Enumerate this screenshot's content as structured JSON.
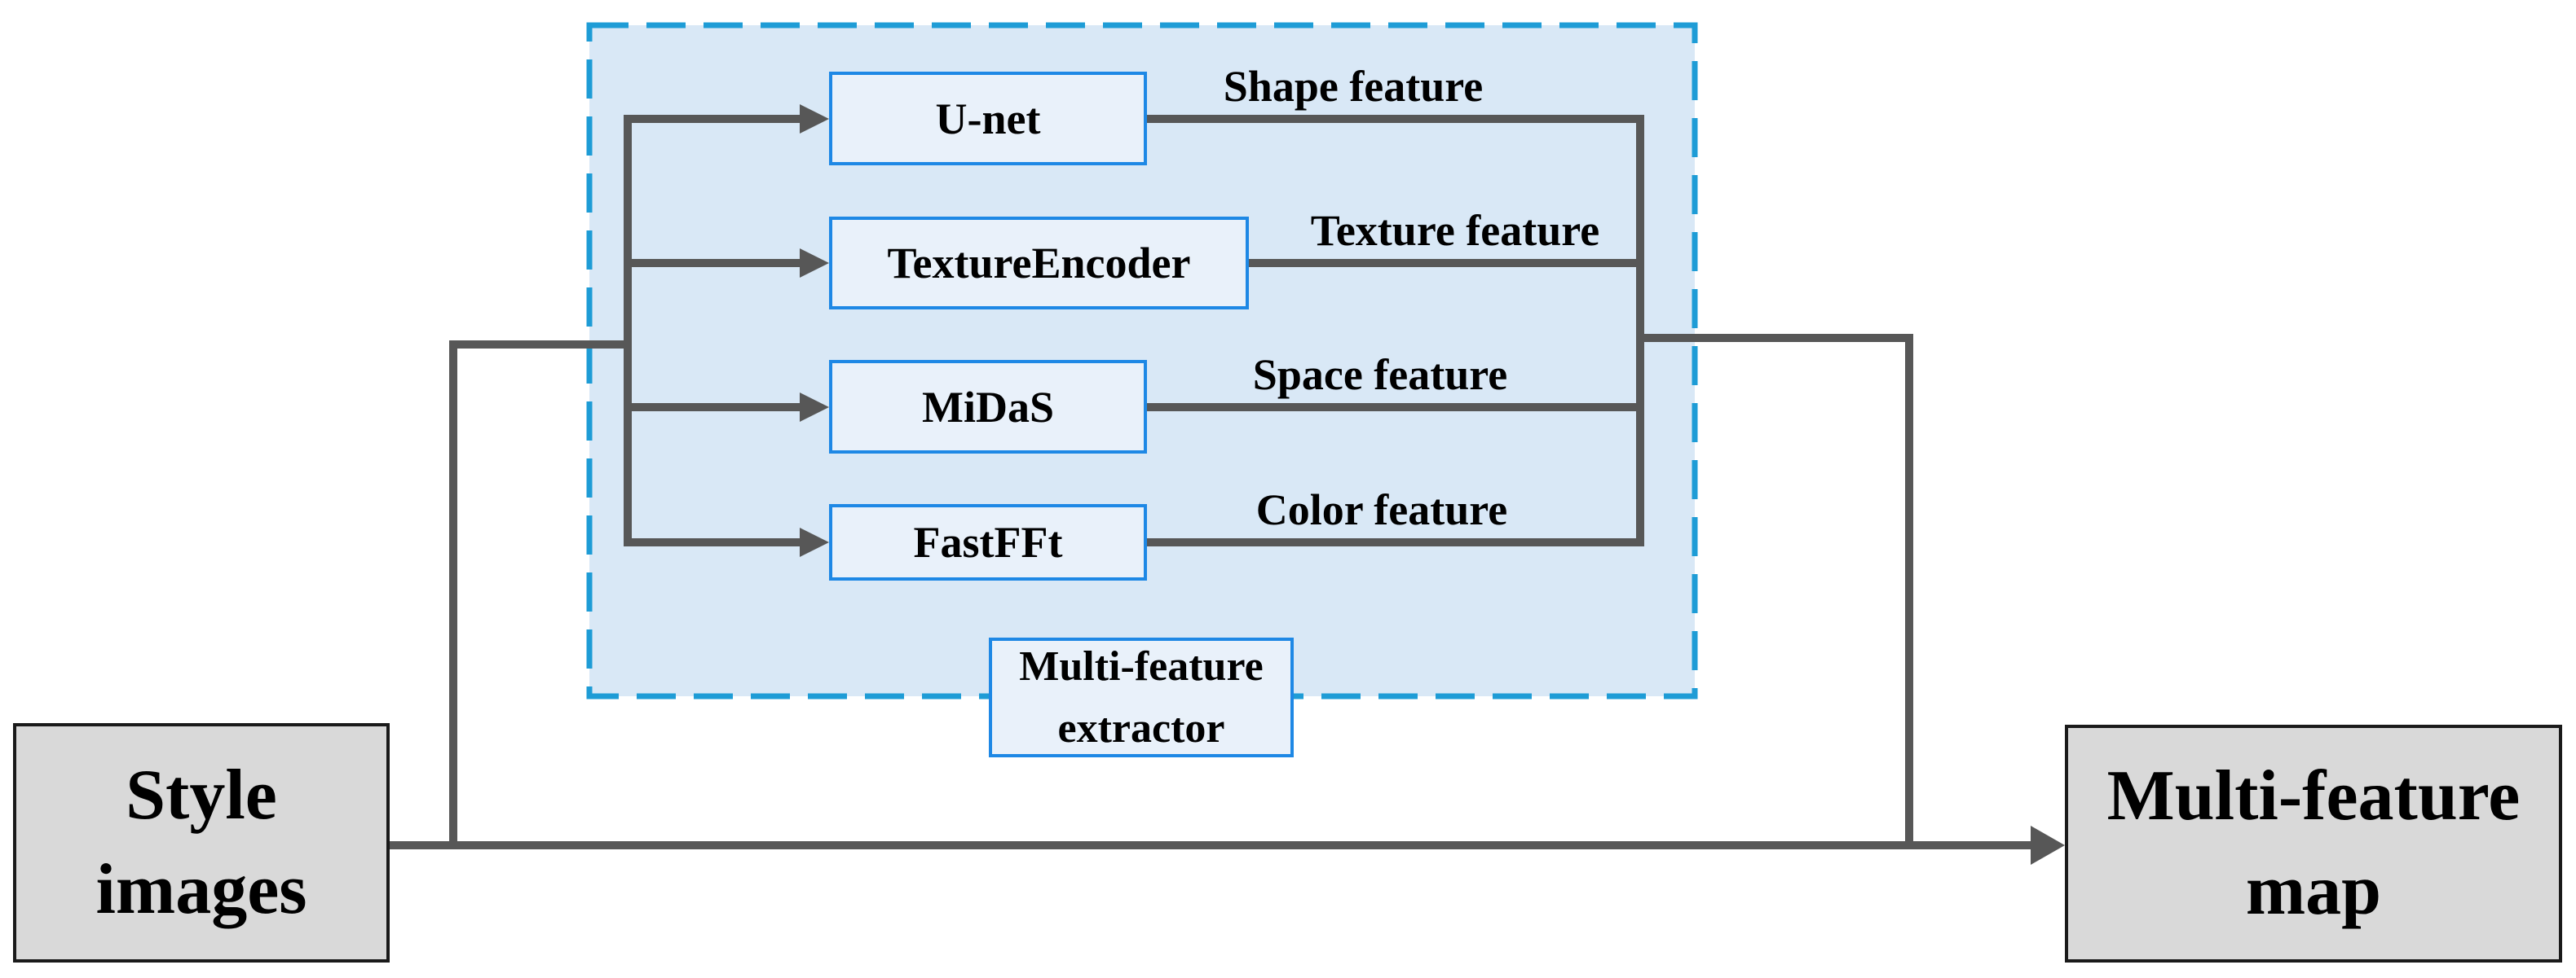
{
  "figure": {
    "extractor_group": {
      "label_line1": "Multi-feature",
      "label_line2": "extractor",
      "modules": [
        {
          "name": "U-net",
          "feature": "Shape feature"
        },
        {
          "name": "TextureEncoder",
          "feature": "Texture feature"
        },
        {
          "name": "MiDaS",
          "feature": "Space feature"
        },
        {
          "name": "FastFFt",
          "feature": "Color feature"
        }
      ]
    },
    "input_box": {
      "line1": "Style",
      "line2": "images"
    },
    "output_box": {
      "line1": "Multi-feature",
      "line2": "map"
    },
    "colors": {
      "group_fill": "#D9E8F6",
      "group_border": "#1E9CD6",
      "module_fill": "#E9F1FA",
      "module_border": "#1E88E5",
      "io_fill": "#D9D9D9",
      "io_border": "#1A1A1A",
      "connector": "#575757",
      "text": "#000000"
    }
  }
}
